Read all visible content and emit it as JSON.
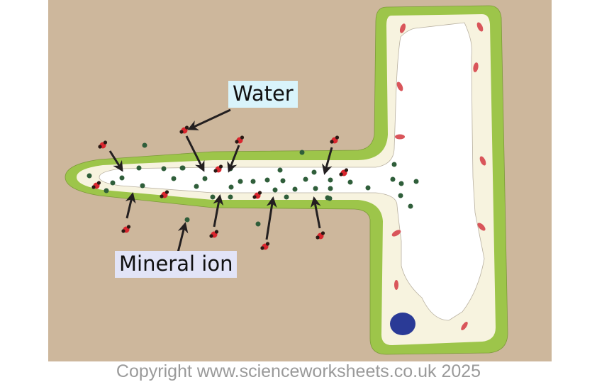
{
  "labels": {
    "water": "Water",
    "mineral_ion": "Mineral ion"
  },
  "footer": {
    "copyright": "Copyright www.scienceworksheets.co.uk 2025"
  },
  "colors": {
    "soil": "#cdb79c",
    "cell_wall": "#9dc54a",
    "cytoplasm": "#f7f3df",
    "vacuole": "#ffffff",
    "chloroplast": "#d9555a",
    "nucleus": "#2a3a96",
    "mineral_ion": "#2f5e3a",
    "water_oxygen": "#d9262e",
    "water_hydrogen": "#2a1a14",
    "arrow": "#231f20",
    "water_label_bg": "#d9f4fb",
    "mineral_label_bg": "#e2e4f7",
    "copyright_text": "#9a9a9a"
  },
  "diagram": {
    "subject": "root hair cell absorbing water and mineral ions from soil",
    "parts": [
      "soil",
      "cell-wall",
      "cytoplasm",
      "vacuole",
      "chloroplasts",
      "nucleus",
      "root-hair",
      "water-molecules",
      "mineral-ions",
      "arrows"
    ]
  }
}
